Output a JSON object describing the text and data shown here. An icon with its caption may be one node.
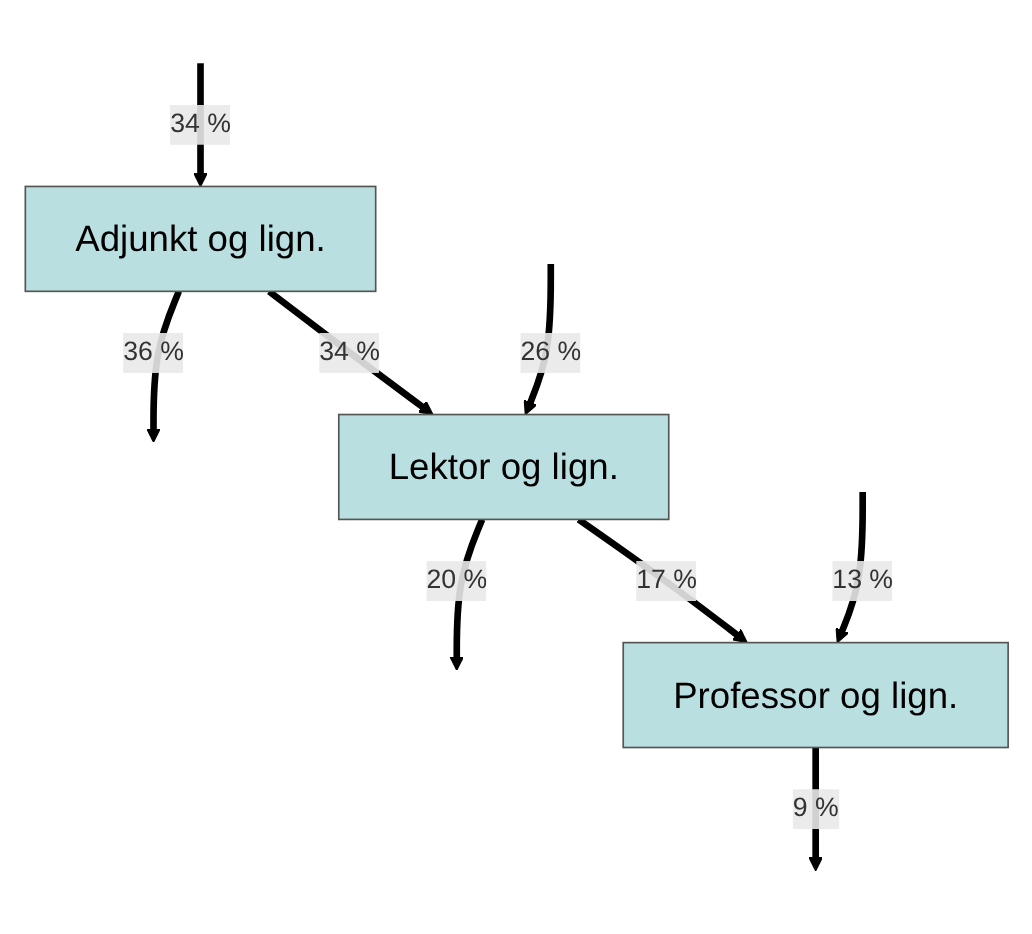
{
  "diagram": {
    "nodes": [
      {
        "text": [
          "Adjunkt og lign."
        ]
      },
      {
        "text": [
          "Lektor og lign."
        ]
      },
      {
        "text": [
          "Professor og lign."
        ]
      }
    ],
    "edges": [
      {
        "from": null,
        "to": 0,
        "arrow": "to",
        "label": "34 %"
      },
      {
        "from": 0,
        "to": null,
        "arrow": "to",
        "label": "36 %"
      },
      {
        "from": 0,
        "to": 1,
        "arrow": "to",
        "label": "34 %"
      },
      {
        "from": null,
        "to": 1,
        "arrow": "to",
        "label": "26 %"
      },
      {
        "from": 1,
        "to": null,
        "arrow": "to",
        "label": "20 %"
      },
      {
        "from": 1,
        "to": 2,
        "arrow": "to",
        "label": "17 %"
      },
      {
        "from": null,
        "to": 2,
        "arrow": "to",
        "label": "13 %"
      },
      {
        "from": 2,
        "to": null,
        "arrow": "to",
        "label": "9 %"
      }
    ]
  }
}
